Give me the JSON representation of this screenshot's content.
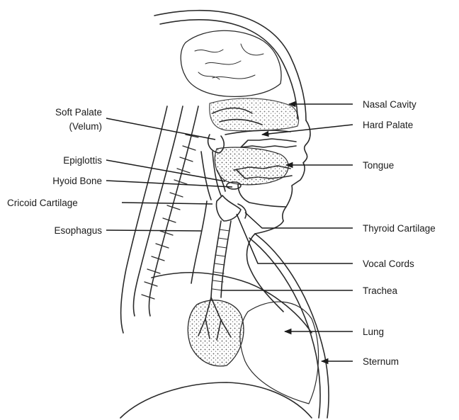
{
  "diagram": {
    "left_labels": {
      "soft_palate_1": "Soft Palate",
      "soft_palate_2": "(Velum)",
      "epiglottis": "Epiglottis",
      "hyoid_bone": "Hyoid Bone",
      "cricoid_cartilage": "Cricoid Cartilage",
      "esophagus": "Esophagus"
    },
    "right_labels": {
      "nasal_cavity": "Nasal Cavity",
      "hard_palate": "Hard Palate",
      "tongue": "Tongue",
      "thyroid_cartilage": "Thyroid Cartilage",
      "vocal_cords": "Vocal Cords",
      "trachea": "Trachea",
      "lung": "Lung",
      "sternum": "Sternum"
    }
  }
}
